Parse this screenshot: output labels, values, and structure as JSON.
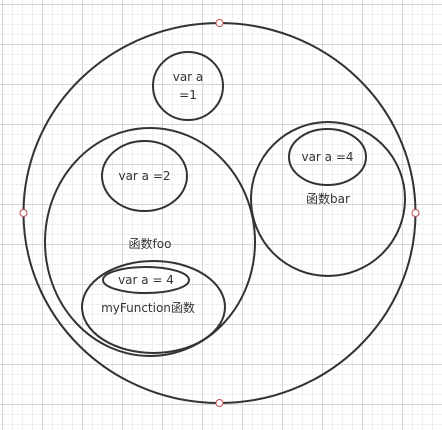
{
  "diagram": {
    "global_scope_label_line1": "var a",
    "global_scope_label_line2": "=1",
    "foo_var_label": "var a =2",
    "foo_function_label": "函数foo",
    "inner_var_label": "var a = 4",
    "inner_function_label": "myFunction函数",
    "bar_var_label": "var a =4",
    "bar_function_label": "函数bar"
  },
  "colors": {
    "stroke": "#333333",
    "handle": "#c0504d",
    "grid": "#d6d6d6"
  }
}
